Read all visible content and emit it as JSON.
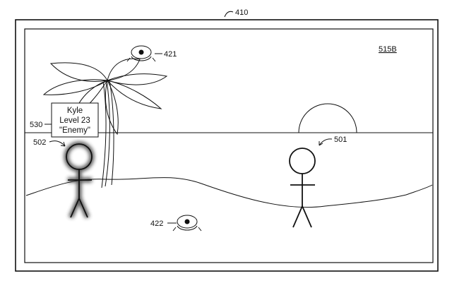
{
  "refs": {
    "device": "410",
    "screen": "515B",
    "overlay_label": "530",
    "enemy_figure": "502",
    "player_figure": "501",
    "eye_top": "421",
    "eye_bottom": "422"
  },
  "tag": {
    "name": "Kyle",
    "level": "Level 23",
    "status": "\"Enemy\""
  }
}
